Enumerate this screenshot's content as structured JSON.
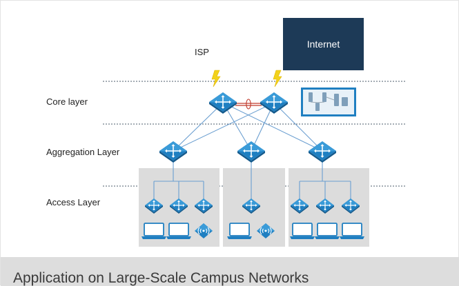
{
  "title": "Application on Large-Scale Campus Networks",
  "layers": {
    "core": "Core layer",
    "aggregation": "Aggregation Layer",
    "access": "Access Layer"
  },
  "isp_label": "ISP",
  "internet_label": "Internet",
  "colors": {
    "switch_fill": "#1f7fc1",
    "switch_top": "#3a9bd8",
    "link_line": "#6a9ed0",
    "lightning": "#f2d21b",
    "internet_bg": "#1d3a57",
    "access_panel": "#dcdcdc",
    "server_panel": "#1f7fc1",
    "caption_bar": "#dddddd"
  },
  "devices": {
    "core_switches": 2,
    "aggregation_switches": 3,
    "access_switches_per_group": [
      3,
      1,
      3
    ],
    "laptops_per_group": [
      2,
      1,
      3
    ],
    "wireless_aps_per_group": [
      1,
      1,
      0
    ]
  },
  "icons": [
    "switch-icon",
    "laptop-icon",
    "wireless-ap-icon",
    "lightning-icon",
    "server-cluster-icon",
    "link-bundle-icon"
  ]
}
